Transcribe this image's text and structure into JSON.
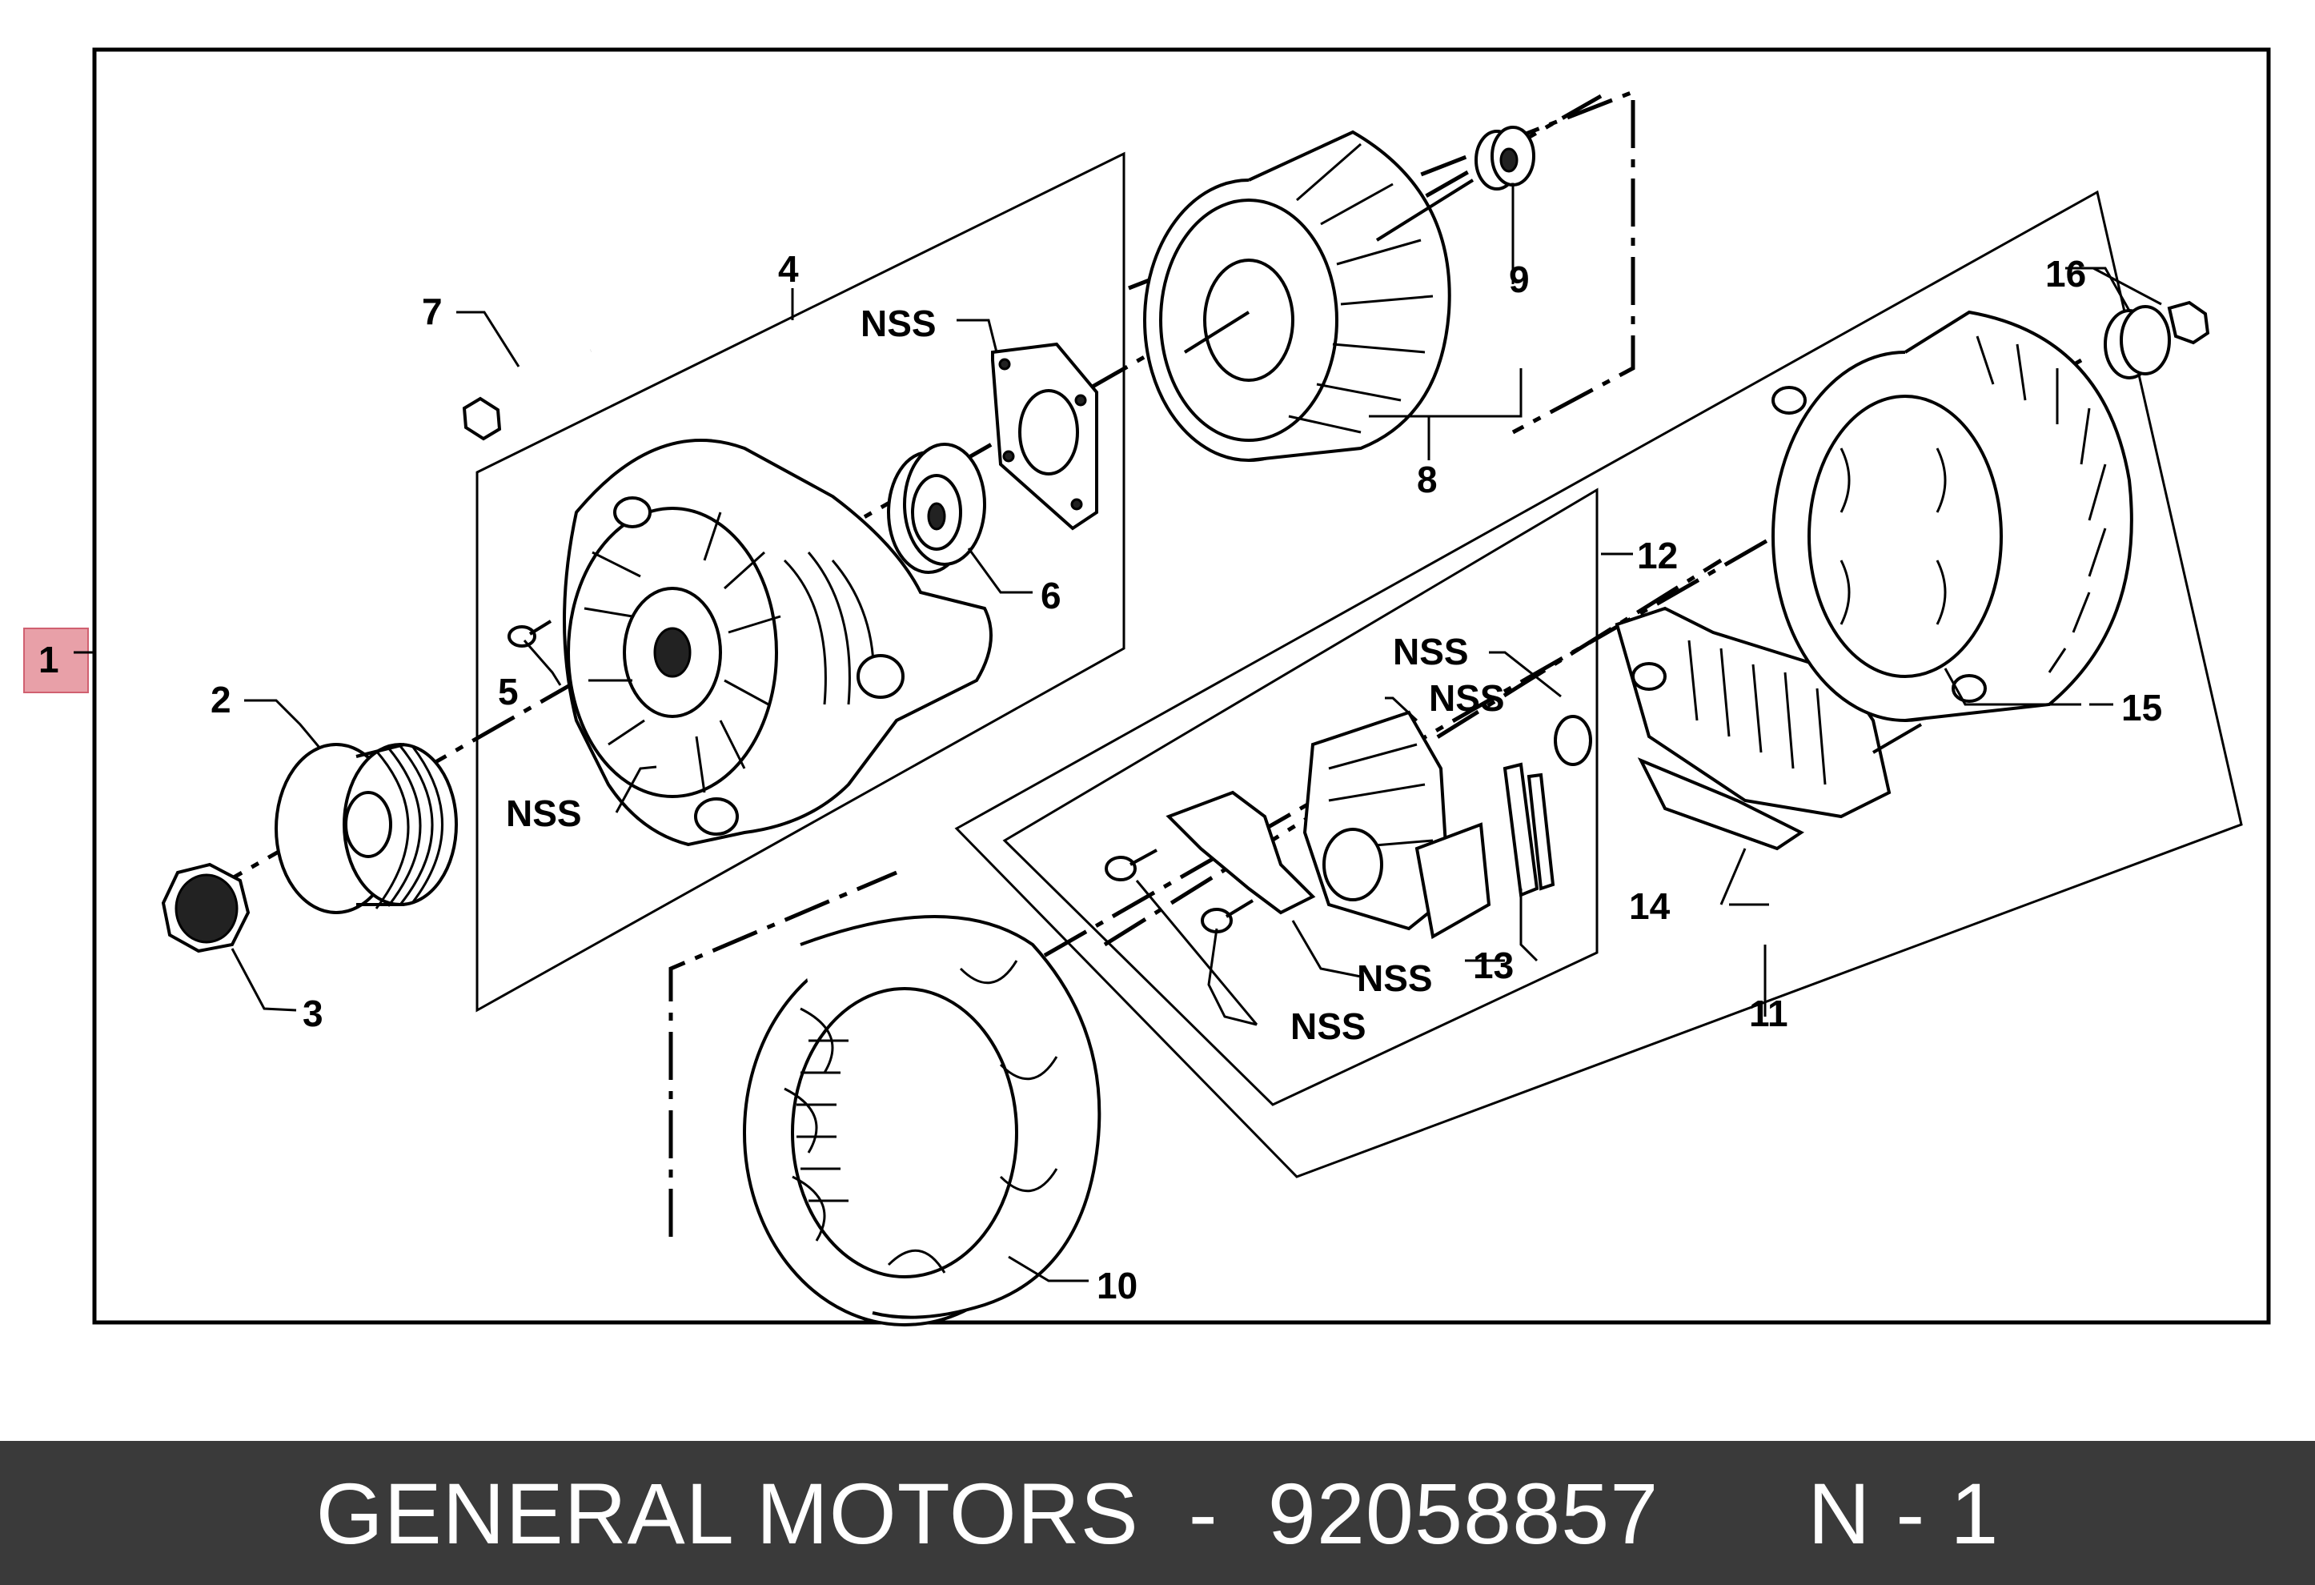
{
  "footer": {
    "brand": "GENERAL MOTORS",
    "separator": "-",
    "part_number": "92058857",
    "page": "N - 1"
  },
  "callouts": {
    "c1": "1",
    "c2": "2",
    "c3": "3",
    "c4": "4",
    "c5": "5",
    "c6": "6",
    "c7": "7",
    "c8": "8",
    "c9": "9",
    "c10": "10",
    "c11": "11",
    "c12": "12",
    "c13": "13",
    "c14": "14",
    "c15": "15",
    "c16": "16",
    "nss": "NSS"
  },
  "colors": {
    "footer_background": "#3a3a3a",
    "footer_text": "#ffffff",
    "callout_1_highlight": "#e8a0a8"
  }
}
